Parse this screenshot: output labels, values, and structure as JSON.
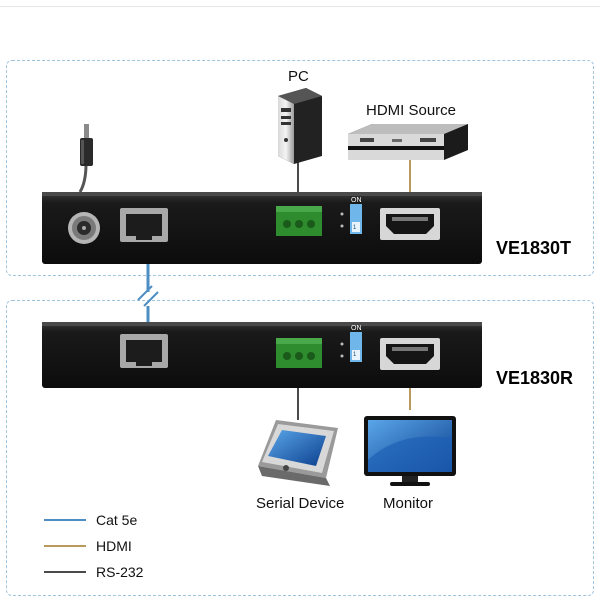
{
  "transmitter": {
    "model": "VE1830T"
  },
  "receiver": {
    "model": "VE1830R"
  },
  "devices": {
    "pc": "PC",
    "hdmi_source": "HDMI Source",
    "serial_device": "Serial Device",
    "monitor": "Monitor"
  },
  "switch_label": "ON",
  "switch_number": "1",
  "legend": [
    {
      "label": "Cat 5e",
      "color": "#4d8fc4"
    },
    {
      "label": "HDMI",
      "color": "#b99a5e"
    },
    {
      "label": "RS-232",
      "color": "#4a4a4a"
    }
  ]
}
